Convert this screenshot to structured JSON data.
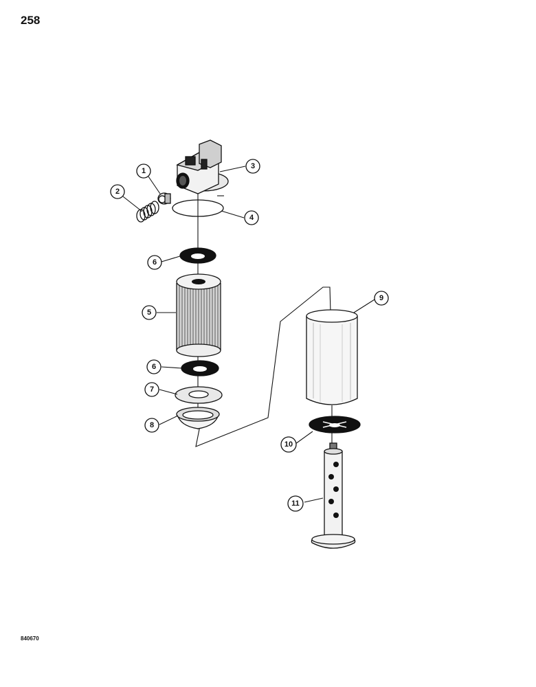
{
  "page_number": "258",
  "figure_code": "840670",
  "callouts": [
    {
      "id": "1",
      "label": "1"
    },
    {
      "id": "2",
      "label": "2"
    },
    {
      "id": "3",
      "label": "3"
    },
    {
      "id": "4",
      "label": "4"
    },
    {
      "id": "5",
      "label": "5"
    },
    {
      "id": "6a",
      "label": "6"
    },
    {
      "id": "6b",
      "label": "6"
    },
    {
      "id": "7",
      "label": "7"
    },
    {
      "id": "8",
      "label": "8"
    },
    {
      "id": "9",
      "label": "9"
    },
    {
      "id": "10",
      "label": "10"
    },
    {
      "id": "11",
      "label": "11"
    }
  ]
}
